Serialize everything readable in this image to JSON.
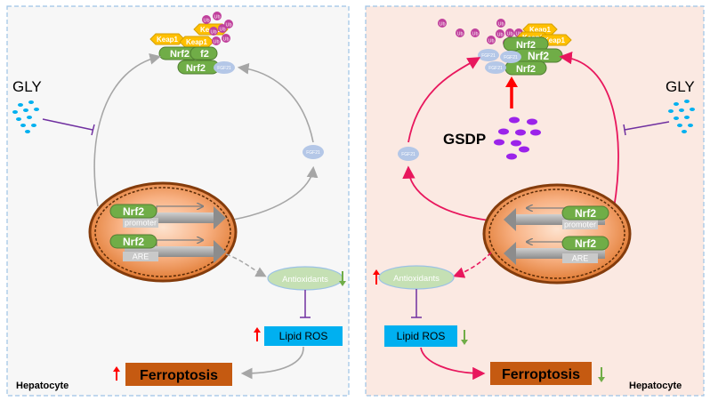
{
  "left_panel": {
    "cell_label": "Hepatocyte",
    "gly_label": "GLY",
    "complex": {
      "nrf2_labels": [
        "Nrf2",
        "f2",
        "Nrf2"
      ],
      "keap1_labels": [
        "Keap1",
        "Keap1",
        "Keap1"
      ],
      "ub_labels": [
        "Ub",
        "Ub",
        "Ub",
        "Ub",
        "Ub",
        "Ub",
        "Ub"
      ],
      "fgf21_label": "FGF21"
    },
    "free_fgf21_label": "FGF21",
    "nucleus": {
      "gene_rows": [
        {
          "nrf2": "Nrf2",
          "element": "promoter"
        },
        {
          "nrf2": "Nrf2",
          "element": "ARE"
        }
      ]
    },
    "antioxidants_label": "Antioxidants",
    "lipid_ros_label": "Lipid ROS",
    "ferroptosis_label": "Ferroptosis",
    "colors": {
      "panel_bg": "#f7f7f7",
      "arrow": "#a6a6a6"
    }
  },
  "right_panel": {
    "cell_label": "Hepatocyte",
    "gly_label": "GLY",
    "gsdp_label": "GSDP",
    "complex": {
      "nrf2_labels": [
        "Nrf2",
        "Nrf2",
        "Nrf2"
      ],
      "keap1_labels": [
        "Keap1",
        "Keap1",
        "Keap1"
      ],
      "ub_labels": [
        "Ub",
        "Ub",
        "Ub",
        "Ub",
        "Ub",
        "Ub",
        "Ub",
        "Ub",
        "Ub",
        "Ub"
      ],
      "fgf21_labels": [
        "FGF21",
        "FGF21",
        "FGF21"
      ]
    },
    "free_fgf21_label": "FGF21",
    "nucleus": {
      "gene_rows": [
        {
          "nrf2": "Nrf2",
          "element": "promoter"
        },
        {
          "nrf2": "Nrf2",
          "element": "ARE"
        }
      ]
    },
    "antioxidants_label": "Antioxidants",
    "lipid_ros_label": "Lipid ROS",
    "ferroptosis_label": "Ferroptosis",
    "colors": {
      "panel_bg": "#fbe9e2",
      "arrow": "#e8175d"
    }
  },
  "colors": {
    "nrf2": "#70ad47",
    "keap1": "#ffc000",
    "ub": "#c0409c",
    "fgf21": "#b4c7e7",
    "antioxidants": "#c5e0b4",
    "lipid_ros": "#00b0f0",
    "ferroptosis": "#c55a11",
    "gly_dots": "#00b0f0",
    "gsdp_dots": "#9b23ea",
    "inhibit": "#7030a0",
    "up_arrow": "#ff0000",
    "down_arrow": "#70ad47"
  }
}
